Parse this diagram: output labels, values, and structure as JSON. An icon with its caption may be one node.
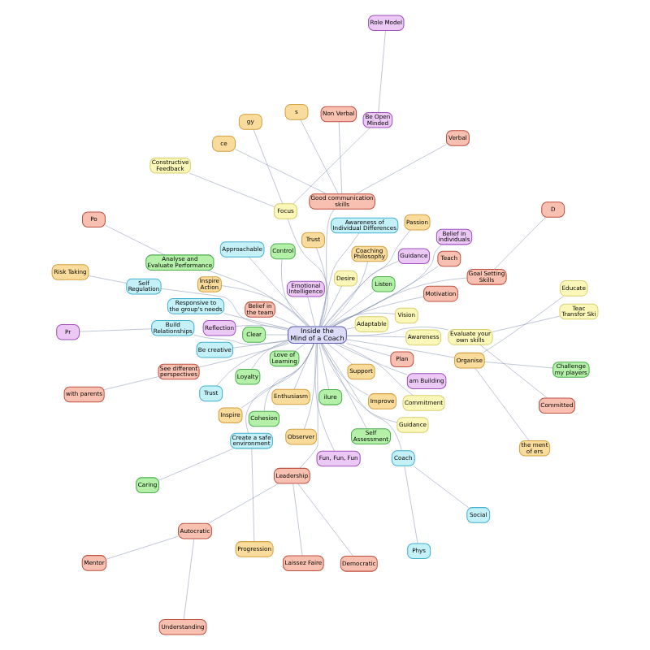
{
  "diagram": {
    "nodes": [
      {
        "text": [
          "Inside the Mind of a Coach"
        ]
      },
      {
        "text": [
          "Challenge my players"
        ]
      },
      {
        "text": [
          "the ment of ers"
        ]
      },
      {
        "text": [
          "Approachable"
        ]
      },
      {
        "text": [
          "Plan"
        ]
      },
      {
        "text": [
          "Clear"
        ]
      },
      {
        "text": [
          "Inspire"
        ]
      },
      {
        "text": [
          "Commitment"
        ]
      },
      {
        "text": [
          "Observer"
        ]
      },
      {
        "text": [
          "Committed"
        ]
      },
      {
        "text": [
          "Fun, Fun, Fun"
        ]
      },
      {
        "text": [
          "Reflection"
        ]
      },
      {
        "text": [
          "Evaluate your own skills"
        ]
      },
      {
        "text": [
          "Teac Transfor Ski"
        ]
      },
      {
        "text": [
          "Educate"
        ]
      },
      {
        "text": [
          "Organise"
        ]
      },
      {
        "text": [
          "Guidance"
        ]
      },
      {
        "text": [
          "Inspire Action"
        ]
      },
      {
        "text": [
          "Build Relationships"
        ]
      },
      {
        "text": [
          "Pr"
        ]
      },
      {
        "text": [
          "Love of Learning"
        ]
      },
      {
        "text": [
          "with parents"
        ]
      },
      {
        "text": [
          "See different perspectives"
        ]
      },
      {
        "text": [
          "Belief in individuals"
        ]
      },
      {
        "text": [
          "Control"
        ]
      },
      {
        "text": [
          "Self Assessment"
        ]
      },
      {
        "text": [
          "Analyse and Evaluate Performance"
        ]
      },
      {
        "text": [
          "Po"
        ]
      },
      {
        "text": [
          "Enthusiasm"
        ]
      },
      {
        "text": [
          "am Building"
        ]
      },
      {
        "text": [
          "Desire"
        ]
      },
      {
        "text": [
          "Support"
        ]
      },
      {
        "text": [
          "Cohesion"
        ]
      },
      {
        "text": [
          "Belief in the team"
        ]
      },
      {
        "text": [
          "Guidance"
        ]
      },
      {
        "text": [
          "ilure"
        ]
      },
      {
        "text": [
          "Emotional Intelligence"
        ]
      },
      {
        "text": [
          "Self Regulation"
        ]
      },
      {
        "text": [
          "Risk Taking"
        ]
      },
      {
        "text": [
          "ce"
        ]
      },
      {
        "text": [
          "Non Verbal"
        ]
      },
      {
        "text": [
          "s"
        ]
      },
      {
        "text": [
          "Good communication skills"
        ]
      },
      {
        "text": [
          "Verbal"
        ]
      },
      {
        "text": [
          "Awareness"
        ]
      },
      {
        "text": [
          "Leadership"
        ]
      },
      {
        "text": [
          "Laissez Faire"
        ]
      },
      {
        "text": [
          "Coach"
        ]
      },
      {
        "text": [
          "Democratic"
        ]
      },
      {
        "text": [
          "Social"
        ]
      },
      {
        "text": [
          "Phys"
        ]
      },
      {
        "text": [
          "Motivation"
        ]
      },
      {
        "text": [
          "Passion"
        ]
      },
      {
        "text": [
          "Awareness of Individual Differences"
        ]
      },
      {
        "text": [
          "Autocratic"
        ]
      },
      {
        "text": [
          "Goal Setting Skills"
        ]
      },
      {
        "text": [
          "Constructive Feedback"
        ]
      },
      {
        "text": [
          "Focus"
        ]
      },
      {
        "text": [
          "Vision"
        ]
      },
      {
        "text": [
          "Responsive to the group's needs"
        ]
      },
      {
        "text": [
          "gy"
        ]
      },
      {
        "text": [
          "Trust"
        ]
      },
      {
        "text": [
          "Trust"
        ]
      },
      {
        "text": [
          "D"
        ]
      },
      {
        "text": [
          "Be Open Minded"
        ]
      },
      {
        "text": [
          "Loyalty"
        ]
      },
      {
        "text": [
          "Adaptable"
        ]
      },
      {
        "text": [
          "Teach"
        ]
      },
      {
        "text": [
          "Create a safe environment"
        ]
      },
      {
        "text": [
          "Mentor"
        ]
      },
      {
        "text": [
          "Progression"
        ]
      },
      {
        "text": [
          "Coaching Philosophy"
        ]
      },
      {
        "text": [
          "Role Model"
        ]
      },
      {
        "text": [
          "Be creative"
        ]
      },
      {
        "text": [
          "Caring"
        ]
      },
      {
        "text": [
          "Improve"
        ]
      },
      {
        "text": [
          "Listen"
        ]
      },
      {
        "text": [
          "Understanding"
        ]
      }
    ],
    "edges": [
      {
        "from": 15,
        "to": 1,
        "arrow": "none"
      },
      {
        "from": 15,
        "to": 2,
        "arrow": "none"
      },
      {
        "from": 15,
        "to": 14,
        "arrow": "none"
      },
      {
        "from": 0,
        "to": 15,
        "arrow": "none"
      },
      {
        "from": 0,
        "to": 3,
        "arrow": "none"
      },
      {
        "from": 0,
        "to": 4,
        "arrow": "none"
      },
      {
        "from": 0,
        "to": 5,
        "arrow": "none"
      },
      {
        "from": 0,
        "to": 6,
        "arrow": "none"
      },
      {
        "from": 0,
        "to": 7,
        "arrow": "none"
      },
      {
        "from": 0,
        "to": 8,
        "arrow": "none"
      },
      {
        "from": 12,
        "to": 9,
        "arrow": "none"
      },
      {
        "from": 12,
        "to": 13,
        "arrow": "none"
      },
      {
        "from": 0,
        "to": 12,
        "arrow": "none"
      },
      {
        "from": 0,
        "to": 10,
        "arrow": "none"
      },
      {
        "from": 0,
        "to": 11,
        "arrow": "none"
      },
      {
        "from": 0,
        "to": 16,
        "arrow": "none"
      },
      {
        "from": 0,
        "to": 17,
        "arrow": "none"
      },
      {
        "from": 0,
        "to": 18,
        "arrow": "none"
      },
      {
        "from": 18,
        "to": 19,
        "arrow": "none"
      },
      {
        "from": 0,
        "to": 20,
        "arrow": "none"
      },
      {
        "from": 22,
        "to": 21,
        "arrow": "none"
      },
      {
        "from": 0,
        "to": 22,
        "arrow": "none"
      },
      {
        "from": 0,
        "to": 23,
        "arrow": "none"
      },
      {
        "from": 0,
        "to": 24,
        "arrow": "none"
      },
      {
        "from": 0,
        "to": 25,
        "arrow": "none"
      },
      {
        "from": 0,
        "to": 26,
        "arrow": "none"
      },
      {
        "from": 26,
        "to": 27,
        "arrow": "none"
      },
      {
        "from": 0,
        "to": 28,
        "arrow": "none"
      },
      {
        "from": 0,
        "to": 29,
        "arrow": "none"
      },
      {
        "from": 0,
        "to": 30,
        "arrow": "none"
      },
      {
        "from": 0,
        "to": 31,
        "arrow": "none"
      },
      {
        "from": 0,
        "to": 32,
        "arrow": "none"
      },
      {
        "from": 0,
        "to": 33,
        "arrow": "none"
      },
      {
        "from": 0,
        "to": 34,
        "arrow": "none"
      },
      {
        "from": 0,
        "to": 35,
        "arrow": "none"
      },
      {
        "from": 0,
        "to": 36,
        "arrow": "none"
      },
      {
        "from": 0,
        "to": 37,
        "arrow": "none"
      },
      {
        "from": 37,
        "to": 38,
        "arrow": "none"
      },
      {
        "from": 42,
        "to": 39,
        "arrow": "none"
      },
      {
        "from": 42,
        "to": 40,
        "arrow": "none"
      },
      {
        "from": 42,
        "to": 41,
        "arrow": "none"
      },
      {
        "from": 42,
        "to": 43,
        "arrow": "none"
      },
      {
        "from": 0,
        "to": 42,
        "arrow": "none"
      },
      {
        "from": 0,
        "to": 44,
        "arrow": "none"
      },
      {
        "from": 0,
        "to": 45,
        "arrow": "none"
      },
      {
        "from": 45,
        "to": 46,
        "arrow": "none"
      },
      {
        "from": 45,
        "to": 48,
        "arrow": "none"
      },
      {
        "from": 45,
        "to": 54,
        "arrow": "none"
      },
      {
        "from": 0,
        "to": 47,
        "arrow": "none"
      },
      {
        "from": 47,
        "to": 49,
        "arrow": "none"
      },
      {
        "from": 47,
        "to": 50,
        "arrow": "none"
      },
      {
        "from": 0,
        "to": 51,
        "arrow": "none"
      },
      {
        "from": 0,
        "to": 52,
        "arrow": "none"
      },
      {
        "from": 0,
        "to": 53,
        "arrow": "none"
      },
      {
        "from": 0,
        "to": 55,
        "arrow": "none"
      },
      {
        "from": 55,
        "to": 63,
        "arrow": "none"
      },
      {
        "from": 0,
        "to": 62,
        "arrow": "none"
      },
      {
        "from": 57,
        "to": 56,
        "arrow": "none"
      },
      {
        "from": 57,
        "to": 60,
        "arrow": "none"
      },
      {
        "from": 57,
        "to": 64,
        "arrow": "none"
      },
      {
        "from": 0,
        "to": 57,
        "arrow": "none"
      },
      {
        "from": 0,
        "to": 58,
        "arrow": "none"
      },
      {
        "from": 0,
        "to": 59,
        "arrow": "none"
      },
      {
        "from": 0,
        "to": 61,
        "arrow": "none"
      },
      {
        "from": 64,
        "to": 72,
        "arrow": "none"
      },
      {
        "from": 0,
        "to": 65,
        "arrow": "none"
      },
      {
        "from": 0,
        "to": 66,
        "arrow": "none"
      },
      {
        "from": 0,
        "to": 67,
        "arrow": "none"
      },
      {
        "from": 0,
        "to": 68,
        "arrow": "none"
      },
      {
        "from": 54,
        "to": 69,
        "arrow": "none"
      },
      {
        "from": 68,
        "to": 70,
        "arrow": "none"
      },
      {
        "from": 0,
        "to": 71,
        "arrow": "none"
      },
      {
        "from": 0,
        "to": 73,
        "arrow": "none"
      },
      {
        "from": 68,
        "to": 74,
        "arrow": "none"
      },
      {
        "from": 0,
        "to": 75,
        "arrow": "none"
      },
      {
        "from": 0,
        "to": 76,
        "arrow": "none"
      },
      {
        "from": 54,
        "to": 77,
        "arrow": "none"
      }
    ]
  }
}
